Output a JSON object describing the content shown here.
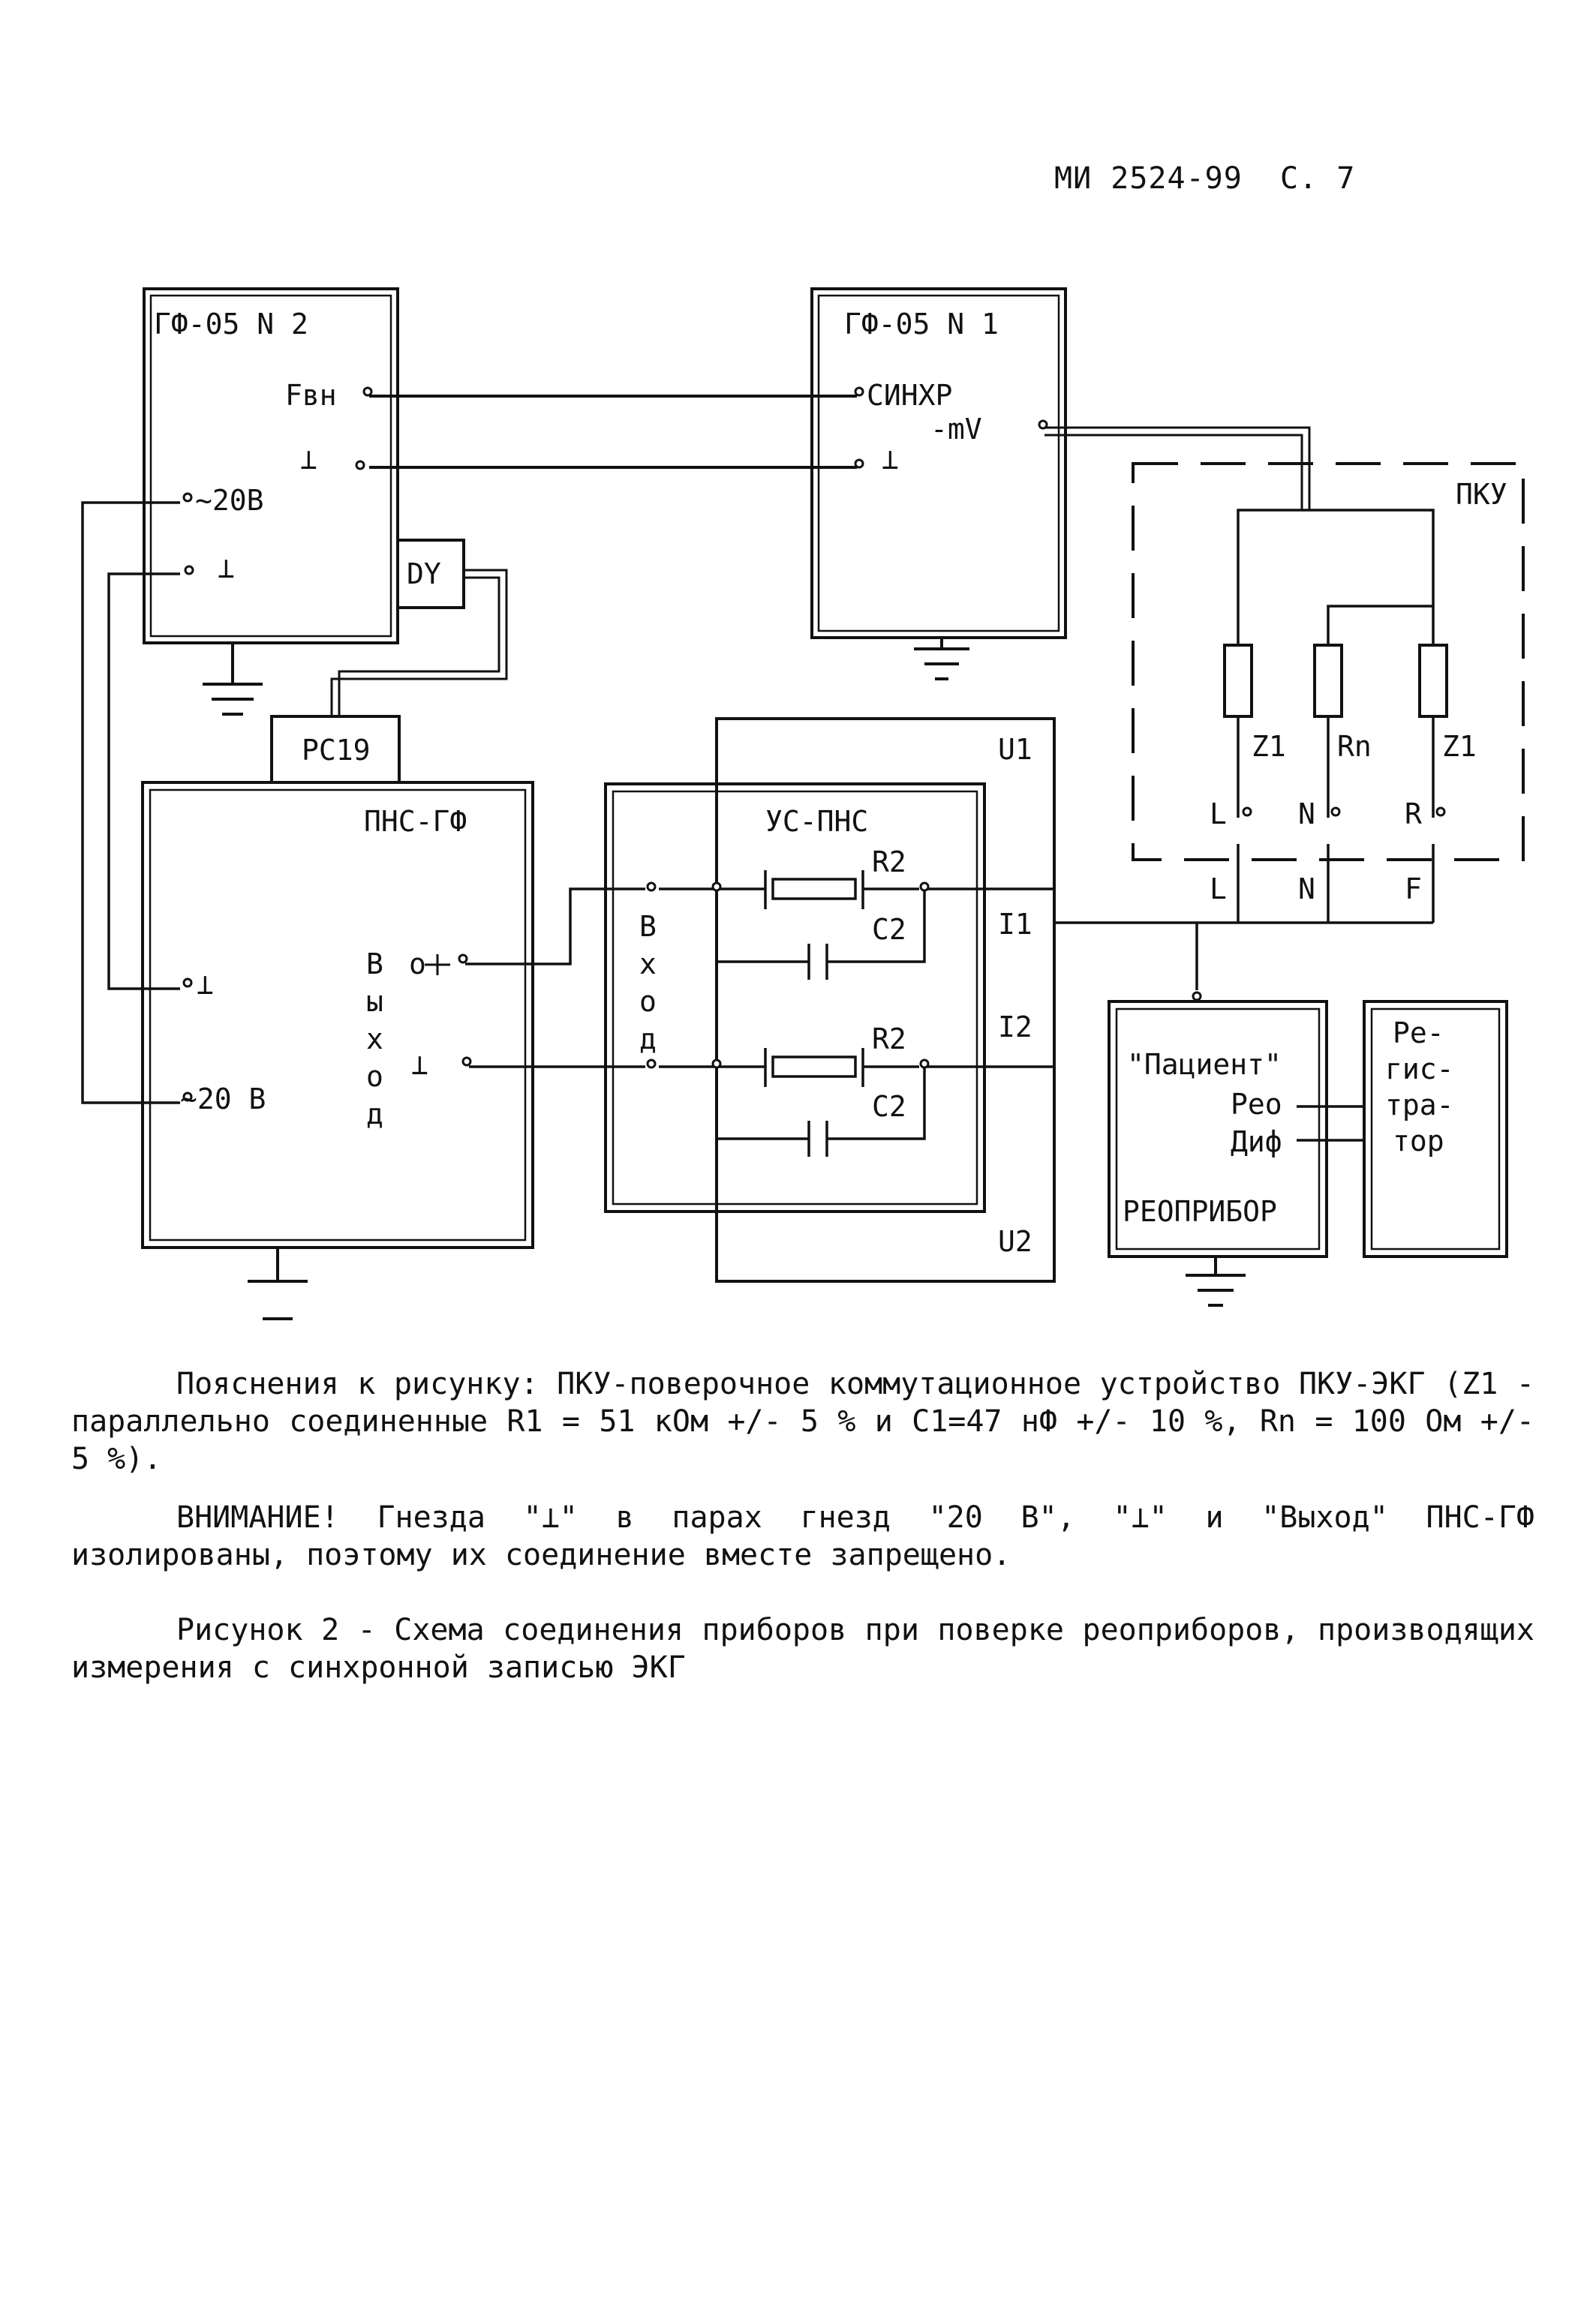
{
  "header": {
    "doc": "МИ 2524-99",
    "page": "С. 7"
  },
  "diagram": {
    "gf2": {
      "title": "ГФ-05 N 2",
      "fbn": "Fвн",
      "gnd": "⊥",
      "v20": "~20В",
      "gnd2": "⊥"
    },
    "gf1": {
      "title": "ГФ-05 N 1",
      "sync": "СИНХР",
      "mv": "-mV",
      "gnd": "⊥"
    },
    "dy": "DY",
    "pc19": "PC19",
    "pns": {
      "title": "ПНС-ГФ",
      "gnd": "⊥",
      "v20": "~20 В",
      "out_letters": [
        "В",
        "ы",
        "х",
        "о",
        "д"
      ],
      "out_signal": "о",
      "out_gnd": "⊥"
    },
    "us": {
      "title": "УС-ПНС",
      "in_letters": [
        "В",
        "х",
        "о",
        "д"
      ],
      "r2a": "R2",
      "c2a": "C2",
      "r2b": "R2",
      "c2b": "C2"
    },
    "labels": {
      "u1": "U1",
      "u2": "U2",
      "i1": "I1",
      "i2": "I2"
    },
    "pku": {
      "title": "ПКУ",
      "z1a": "Z1",
      "rn": "Rn",
      "z1b": "Z1",
      "l": "L",
      "n": "N",
      "r": "R",
      "lead_l": "L",
      "lead_n": "N",
      "lead_f": "F"
    },
    "reo": {
      "patient": "\"Пациент\"",
      "reo": "Рео",
      "dif": "Диф",
      "title": "РЕОПРИБОР"
    },
    "reg": {
      "lines": [
        "Ре-",
        "гис-",
        "тра-",
        "тор"
      ]
    }
  },
  "text": {
    "para1": "Пояснения к рисунку: ПКУ-поверочное коммутационное устройство ПКУ-ЭКГ (Z1 - параллельно соединенные R1 = 51 кОм +/- 5 % и C1=47 нФ +/- 10 %, Rn = 100 Ом +/- 5 %).",
    "para2": "ВНИМАНИЕ! Гнезда \"⊥\" в парах гнезд \"20 В\", \"⊥\" и \"Выход\" ПНС-ГФ изолированы, поэтому их соединение вместе запрещено.",
    "para3": "Рисунок 2 - Схема соединения приборов при поверке реоприборов, производящих измерения с синхронной записью ЭКГ"
  }
}
